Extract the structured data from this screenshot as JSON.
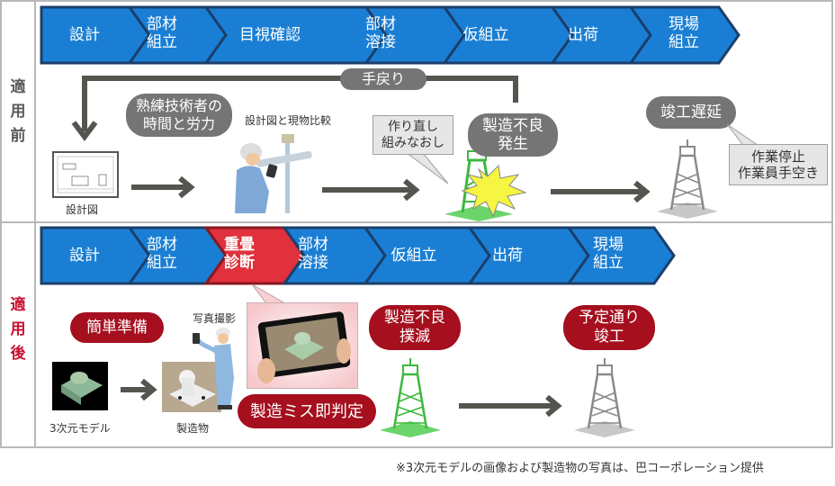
{
  "before": {
    "side_label": [
      "適",
      "用",
      "前"
    ],
    "steps": [
      {
        "label": "設計"
      },
      {
        "label": "部材\n組立"
      },
      {
        "label": "目視確認"
      },
      {
        "label": "部材\n溶接"
      },
      {
        "label": "仮組立"
      },
      {
        "label": "出荷"
      },
      {
        "label": "現場\n組立"
      }
    ],
    "rework_label": "手戻り",
    "skilled_effort": "熟練技術者の\n時間と労力",
    "compare_caption": "設計図と現物比較",
    "drawing_caption": "設計図",
    "redo_callout": "作り直し\n組みなおし",
    "defect_bubble": "製造不良\n発生",
    "delay_bubble": "竣工遅延",
    "stop_callout": "作業停止\n作業員手空き"
  },
  "after": {
    "side_label": [
      "適",
      "用",
      "後"
    ],
    "steps": [
      {
        "label": "設計",
        "highlight": false
      },
      {
        "label": "部材\n組立",
        "highlight": false
      },
      {
        "label": "重畳\n診断",
        "highlight": true
      },
      {
        "label": "部材\n溶接",
        "highlight": false
      },
      {
        "label": "仮組立",
        "highlight": false
      },
      {
        "label": "出荷",
        "highlight": false
      },
      {
        "label": "現場\n組立",
        "highlight": false
      }
    ],
    "easy_prep": "簡単準備",
    "photo_caption": "写真撮影",
    "model_caption": "3次元モデル",
    "product_caption": "製造物",
    "instant_judge": "製造ミス即判定",
    "defect_eliminated": "製造不良\n撲滅",
    "on_schedule": "予定通り\n竣工"
  },
  "footnote": "※3次元モデルの画像および製造物の写真は、巴コーポレーション提供",
  "colors": {
    "step_blue": "#1a7fd4",
    "step_border": "#1b3f6b",
    "step_red": "#e0313c",
    "pill_gray": "#757575",
    "pill_red": "#a50f1e",
    "arrow_gray": "#555550"
  }
}
